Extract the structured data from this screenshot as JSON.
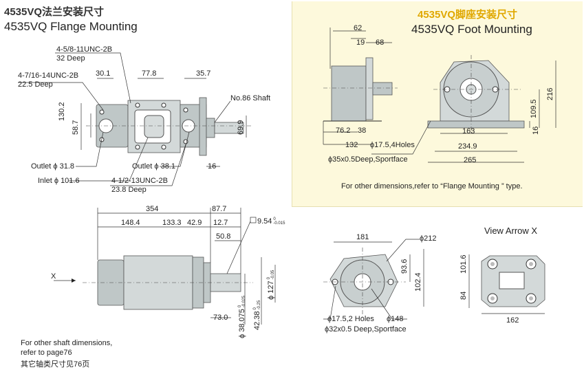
{
  "flange": {
    "title_cn": "4535VQ法兰安装尺寸",
    "title_en": "4535VQ Flange Mounting",
    "thread_top": "4-5/8-11UNC-2B",
    "thread_top_depth": "32 Deep",
    "thread_left": "4-7/16-14UNC-2B",
    "thread_left_depth": "22.5 Deep",
    "dim_30_1": "30.1",
    "dim_77_8": "77.8",
    "dim_35_7": "35.7",
    "shaft_label": "No.86 Shaft",
    "dim_130_2": "130.2",
    "dim_58_7": "58.7",
    "dim_69_9": "69.9",
    "outlet_left": "Outlet ϕ 31.8",
    "inlet": "Inlet ϕ 101.6",
    "outlet_right": "Outlet ϕ 38.1",
    "dim_16": "16",
    "thread_bottom": "4-1/2-13UNC-2B",
    "thread_bottom_depth": "23.8 Deep"
  },
  "foot": {
    "title_cn": "4535VQ脚座安装尺寸",
    "title_en": "4535VQ Foot Mounting",
    "dim_62": "62",
    "dim_19": "19",
    "dim_68": "68",
    "dim_76_2": "76.2",
    "dim_38": "38",
    "dim_132": "132",
    "holes": "ϕ17.5,4Holes",
    "spotface": "ϕ35x0.5Deep,Sportface",
    "dim_163": "163",
    "dim_234_9": "234.9",
    "dim_265": "265",
    "dim_216": "216",
    "dim_109_5": "109.5",
    "dim_16": "16",
    "note": "For other dimensions,refer to  “Flange Mounting ” type."
  },
  "side": {
    "dim_354": "354",
    "dim_87_7": "87.7",
    "dim_148_4": "148.4",
    "dim_133_3": "133.3",
    "dim_42_9": "42.9",
    "dim_12_7": "12.7",
    "dim_9_54": "9.54",
    "tol_9_54_top": "0",
    "tol_9_54_bot": "-0.015",
    "dim_50_8": "50.8",
    "dim_73_0": "73.0",
    "dim_38_075": "ϕ 38.075",
    "tol_38_top": "0",
    "tol_38_bot": "-0.025",
    "dim_42_38": "42.38",
    "tol_42_top": "0",
    "tol_42_bot": "-0.25",
    "dim_127": "ϕ 127",
    "tol_127_top": "0",
    "tol_127_bot": "-0.05",
    "arrow_x": "X",
    "note_line1": "For other shaft dimensions,",
    "note_line2": "refer to page76",
    "note_line3": "其它轴类尺寸见76页"
  },
  "front": {
    "dim_181": "181",
    "dim_212": "ϕ212",
    "dim_93_6": "93.6",
    "dim_102_4": "102.4",
    "holes": "ϕ17.5,2 Holes",
    "dim_148": "ϕ148",
    "spotface": "ϕ32x0.5 Deep,Sportface"
  },
  "arrow_view": {
    "title": "View Arrow X",
    "dim_101_6": "101.6",
    "dim_84": "84",
    "dim_162": "162"
  }
}
